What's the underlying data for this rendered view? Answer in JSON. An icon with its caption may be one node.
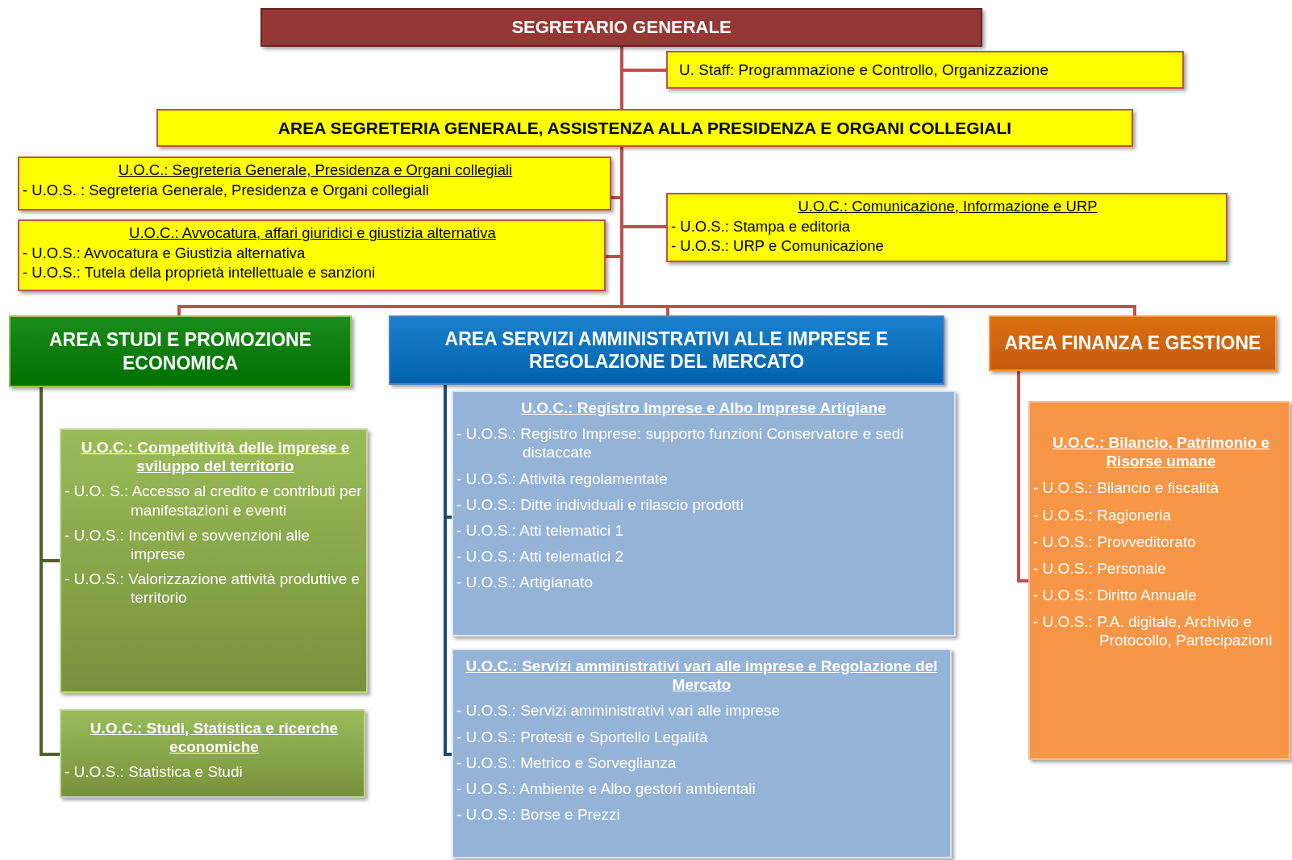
{
  "diagram": {
    "nodes": [
      {
        "text": [
          "SEGRETARIO GENERALE"
        ]
      },
      {
        "text": [
          "U. Staff: Programmazione e Controllo, Organizzazione"
        ]
      },
      {
        "text": [
          "AREA SEGRETERIA GENERALE, ASSISTENZA ALLA PRESIDENZA E ORGANI COLLEGIALI"
        ]
      },
      {
        "text": [
          "U.O.C.: Segreteria Generale, Presidenza e Organi collegiali",
          "- U.O.S. : Segreteria Generale, Presidenza e Organi collegiali"
        ]
      },
      {
        "text": [
          "U.O.C.: Comunicazione, Informazione e URP",
          "- U.O.S.: Stampa e editoria",
          "- U.O.S.: URP e Comunicazione"
        ]
      },
      {
        "text": [
          "U.O.C.: Avvocatura, affari giuridici e giustizia alternativa",
          "- U.O.S.: Avvocatura e Giustizia alternativa",
          "- U.O.S.: Tutela della proprietà intellettuale e sanzioni"
        ]
      },
      {
        "text": [
          "AREA STUDI E PROMOZIONE ECONOMICA"
        ]
      },
      {
        "text": [
          "AREA SERVIZI AMMINISTRATIVI ALLE IMPRESE E REGOLAZIONE DEL MERCATO"
        ]
      },
      {
        "text": [
          "AREA FINANZA E GESTIONE"
        ]
      },
      {
        "text": [
          "U.O.C.: Competitività delle imprese e sviluppo del territorio",
          "- U.O. S.: Accesso al credito e contributi per manifestazioni e eventi",
          "- U.O.S.: Incentivi e sovvenzioni alle imprese",
          "- U.O.S.: Valorizzazione attività produttive e territorio"
        ]
      },
      {
        "text": [
          "U.O.C.: Registro Imprese e Albo Imprese Artigiane",
          "- U.O.S.: Registro Imprese: supporto funzioni Conservatore e sedi distaccate",
          "- U.O.S.: Attività regolamentate",
          "- U.O.S.: Ditte individuali e rilascio prodotti",
          "- U.O.S.: Atti telematici 1",
          "- U.O.S.: Atti telematici 2",
          "- U.O.S.: Artigianato"
        ]
      },
      {
        "text": [
          "U.O.C.: Bilancio, Patrimonio e Risorse umane",
          "- U.O.S.: Bilancio e fiscalità",
          "- U.O.S.: Ragioneria",
          "- U.O.S.: Provveditorato",
          "- U.O.S.: Personale",
          "- U.O.S.: Diritto Annuale",
          "- U.O.S.: P.A. digitale, Archivio e Protocollo, Partecipazioni"
        ]
      },
      {
        "text": [
          "U.O.C.: Studi, Statistica e ricerche economiche",
          "- U.O.S.: Statistica e Studi"
        ]
      },
      {
        "text": [
          "U.O.C.: Servizi amministrativi vari alle imprese e Regolazione del Mercato",
          "- U.O.S.: Servizi amministrativi vari alle imprese",
          "- U.O.S.: Protesti e Sportello Legalità",
          "- U.O.S.: Metrico e Sorveglianza",
          "- U.O.S.: Ambiente e Albo gestori ambientali",
          "- U.O.S.: Borse e Prezzi"
        ]
      }
    ],
    "edges": [
      {
        "from": 0,
        "to": 1,
        "arrow": "none"
      },
      {
        "from": 0,
        "to": 2,
        "arrow": "none"
      },
      {
        "from": 2,
        "to": 3,
        "arrow": "none"
      },
      {
        "from": 2,
        "to": 4,
        "arrow": "none"
      },
      {
        "from": 2,
        "to": 5,
        "arrow": "none"
      },
      {
        "from": 2,
        "to": 6,
        "arrow": "none"
      },
      {
        "from": 2,
        "to": 7,
        "arrow": "none"
      },
      {
        "from": 2,
        "to": 8,
        "arrow": "none"
      },
      {
        "from": 6,
        "to": 9,
        "arrow": "none",
        "color": "#4f6228"
      },
      {
        "from": 6,
        "to": 12,
        "arrow": "none",
        "color": "#4f6228"
      },
      {
        "from": 7,
        "to": 10,
        "arrow": "none",
        "color": "#1f497d"
      },
      {
        "from": 7,
        "to": 13,
        "arrow": "none",
        "color": "#1f497d"
      },
      {
        "from": 8,
        "to": 11,
        "arrow": "none"
      }
    ]
  }
}
